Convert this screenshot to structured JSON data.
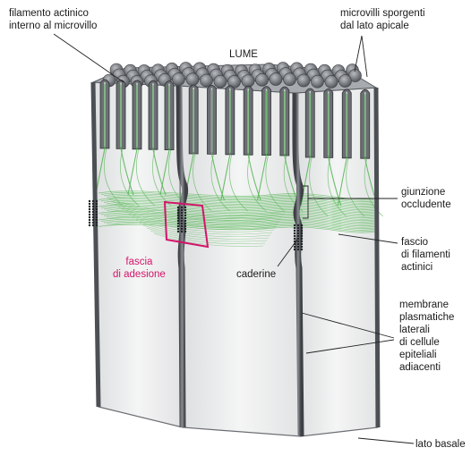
{
  "labels": {
    "actin_filament": [
      "filamento actinico",
      "interno al microvillo"
    ],
    "microvilli": [
      "microvilli sporgenti",
      "dal lato apicale"
    ],
    "lumen": "LUME",
    "tight_junction": [
      "giunzione",
      "occludente"
    ],
    "adhesion_belt": [
      "fascia",
      "di adesione"
    ],
    "cadherins": "caderine",
    "actin_bundle": [
      "fascio",
      "di filamenti",
      "actinici"
    ],
    "lateral_membranes": [
      "membrane",
      "plasmatiche",
      "laterali",
      "di cellule",
      "epiteliali",
      "adiacenti"
    ],
    "basal_side": "lato basale"
  },
  "colors": {
    "actin_green": "#5cb85c",
    "membrane_gray": "#5a5d62",
    "cell_fill": "#eeefef",
    "highlight_pink": "#d4146a",
    "text": "#1a1a1a"
  }
}
